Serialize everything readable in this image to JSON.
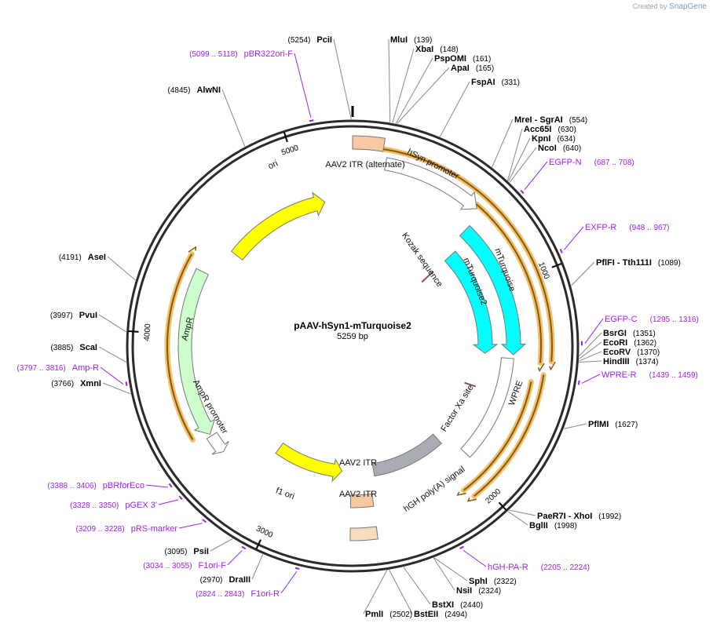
{
  "watermark": {
    "prefix": "Created by",
    "brand": "SnapGene"
  },
  "plasmid": {
    "name": "pAAV-hSyn1-mTurquoise2",
    "length_text": "5259 bp",
    "length": 5259
  },
  "colors": {
    "backbone": "#2b2b2b",
    "site_line": "#888888",
    "primer": "#a020f0",
    "orf_outline": "#f0c070",
    "orf_fill": "#ffffff",
    "orf_stroke": "#8a5a00",
    "itr": "#f8c8a0",
    "itr_light": "#f8dcc0",
    "ori": "#ffff00",
    "cds_cyan": "#00ffff",
    "ampr": "#ccffcc",
    "polyA": "#a9adb3",
    "promoter": "#ffffff"
  },
  "ticks": [
    {
      "pos": 1000,
      "label": "1000"
    },
    {
      "pos": 2000,
      "label": "2000"
    },
    {
      "pos": 3000,
      "label": "3000"
    },
    {
      "pos": 4000,
      "label": "4000"
    },
    {
      "pos": 5000,
      "label": "5000"
    }
  ],
  "sites": [
    {
      "name": "PciI",
      "pos": "(5254)",
      "bp": 5254
    },
    {
      "name": "MluI",
      "pos": "(139)",
      "bp": 139
    },
    {
      "name": "XbaI",
      "pos": "(148)",
      "bp": 148
    },
    {
      "name": "PspOMI",
      "pos": "(161)",
      "bp": 161
    },
    {
      "name": "ApaI",
      "pos": "(165)",
      "bp": 165
    },
    {
      "name": "FspAI",
      "pos": "(331)",
      "bp": 331
    },
    {
      "name": "MreI - SgrAI",
      "pos": "(554)",
      "bp": 554
    },
    {
      "name": "Acc65I",
      "pos": "(630)",
      "bp": 630
    },
    {
      "name": "KpnI",
      "pos": "(634)",
      "bp": 634
    },
    {
      "name": "NcoI",
      "pos": "(640)",
      "bp": 640
    },
    {
      "name": "PflFI - Tth111I",
      "pos": "(1089)",
      "bp": 1089
    },
    {
      "name": "BsrGI",
      "pos": "(1351)",
      "bp": 1351
    },
    {
      "name": "EcoRI",
      "pos": "(1362)",
      "bp": 1362
    },
    {
      "name": "EcoRV",
      "pos": "(1370)",
      "bp": 1370
    },
    {
      "name": "HindIII",
      "pos": "(1374)",
      "bp": 1374
    },
    {
      "name": "PflMI",
      "pos": "(1627)",
      "bp": 1627
    },
    {
      "name": "PaeR7I - XhoI",
      "pos": "(1992)",
      "bp": 1992
    },
    {
      "name": "BglII",
      "pos": "(1998)",
      "bp": 1998
    },
    {
      "name": "SphI",
      "pos": "(2322)",
      "bp": 2322
    },
    {
      "name": "NsiI",
      "pos": "(2324)",
      "bp": 2324
    },
    {
      "name": "BstXI",
      "pos": "(2440)",
      "bp": 2440
    },
    {
      "name": "BstEII",
      "pos": "(2494)",
      "bp": 2494
    },
    {
      "name": "PmlI",
      "pos": "(2502)",
      "bp": 2502
    },
    {
      "name": "DraIII",
      "pos": "(2970)",
      "bp": 2970
    },
    {
      "name": "PsiI",
      "pos": "(3095)",
      "bp": 3095
    },
    {
      "name": "XmnI",
      "pos": "(3766)",
      "bp": 3766
    },
    {
      "name": "ScaI",
      "pos": "(3885)",
      "bp": 3885
    },
    {
      "name": "PvuI",
      "pos": "(3997)",
      "bp": 3997
    },
    {
      "name": "AseI",
      "pos": "(4191)",
      "bp": 4191
    },
    {
      "name": "AlwNI",
      "pos": "(4845)",
      "bp": 4845
    }
  ],
  "primers": [
    {
      "name": "pBR322ori-F",
      "range": "(5099 .. 5118)",
      "bp": 5108
    },
    {
      "name": "EGFP-N",
      "range": "(687 .. 708)",
      "bp": 697
    },
    {
      "name": "EXFP-R",
      "range": "(948 .. 967)",
      "bp": 957
    },
    {
      "name": "EGFP-C",
      "range": "(1295 .. 1316)",
      "bp": 1305
    },
    {
      "name": "WPRE-R",
      "range": "(1439 .. 1459)",
      "bp": 1449
    },
    {
      "name": "hGH-PA-R",
      "range": "(2205 .. 2224)",
      "bp": 2214
    },
    {
      "name": "F1ori-R",
      "range": "(2824 .. 2843)",
      "bp": 2833
    },
    {
      "name": "F1ori-F",
      "range": "(3034 .. 3055)",
      "bp": 3044
    },
    {
      "name": "pRS-marker",
      "range": "(3209 .. 3228)",
      "bp": 3218
    },
    {
      "name": "pGEX 3'",
      "range": "(3328 .. 3350)",
      "bp": 3339
    },
    {
      "name": "pBRforEco",
      "range": "(3388 .. 3406)",
      "bp": 3397
    },
    {
      "name": "Amp-R",
      "range": "(3797 .. 3816)",
      "bp": 3806
    }
  ],
  "features": [
    {
      "name": "AAV2 ITR (alternate)",
      "type": "box",
      "start": 0,
      "end": 130,
      "color": "itr"
    },
    {
      "name": "hSyn promoter",
      "type": "arrow",
      "start": 150,
      "end": 615,
      "color": "promoter"
    },
    {
      "name": "mTurquoise",
      "type": "arrow",
      "start": 645,
      "end": 1360,
      "color": "cds_cyan"
    },
    {
      "name": "mTurquoise2",
      "type": "arrow",
      "start": 690,
      "end": 1360,
      "color": "cds_cyan"
    },
    {
      "name": "Kozak sequence",
      "type": "mark",
      "start": 690,
      "end": 700
    },
    {
      "name": "WPRE",
      "type": "box",
      "start": 1380,
      "end": 1950,
      "color": "promoter"
    },
    {
      "name": "Factor Xa site",
      "type": "mark",
      "start": 1580,
      "end": 1590
    },
    {
      "name": "hGH poly(A) signal",
      "type": "box",
      "start": 2010,
      "end": 2490,
      "color": "polyA"
    },
    {
      "name": "AAV2 ITR",
      "type": "box",
      "start": 2520,
      "end": 2640,
      "color": "itr"
    },
    {
      "name": "AAV2 ITR",
      "type": "box",
      "start": 2520,
      "end": 2640,
      "color": "itr_light"
    },
    {
      "name": "f1 ori",
      "type": "arrow",
      "start": 3150,
      "end": 2700,
      "color": "ori"
    },
    {
      "name": "AmpR promoter",
      "type": "arrow",
      "start": 3470,
      "end": 3370,
      "color": "promoter"
    },
    {
      "name": "AmpR",
      "type": "arrow",
      "start": 4330,
      "end": 3480,
      "color": "ampr"
    },
    {
      "name": "ori",
      "type": "arrow",
      "start": 4500,
      "end": 5100,
      "color": "ori"
    }
  ],
  "orfs": [
    {
      "start": 95,
      "end": 1380
    },
    {
      "start": 600,
      "end": 1390
    },
    {
      "start": 1440,
      "end": 2060
    },
    {
      "start": 1480,
      "end": 2080
    },
    {
      "start": 3500,
      "end": 4380
    }
  ]
}
